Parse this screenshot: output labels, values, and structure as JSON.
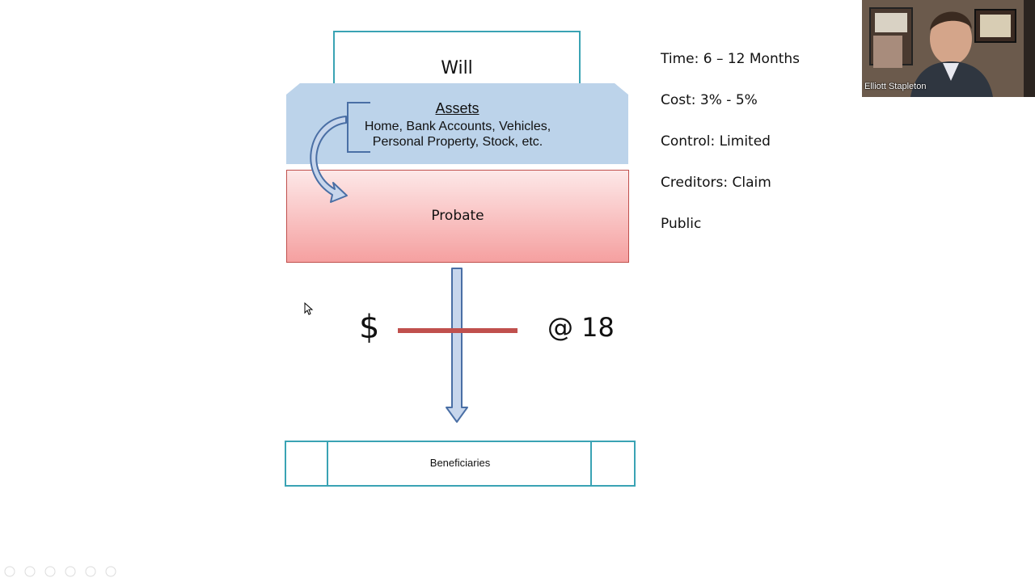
{
  "diagram": {
    "will_label": "Will",
    "assets_title": "Assets",
    "assets_line1": "Home, Bank Accounts, Vehicles,",
    "assets_line2": "Personal Property, Stock, etc.",
    "probate_label": "Probate",
    "dollar_sign": "$",
    "age_label": "@ 18",
    "beneficiaries_label": "Beneficiaries"
  },
  "facts": {
    "time": "Time: 6 – 12 Months",
    "cost": "Cost: 3% - 5%",
    "control": "Control: Limited",
    "creditors": "Creditors: Claim",
    "public": "Public"
  },
  "webcam": {
    "participant_name": "Elliott Stapleton"
  },
  "colors": {
    "teal_border": "#3aa3b4",
    "assets_fill": "#bcd3ea",
    "probate_fill_top": "#fde8e8",
    "probate_fill_bottom": "#f5a0a0",
    "red_bar": "#c0504d",
    "arrow_fill": "#c7d6ec",
    "arrow_stroke": "#4a6fa5"
  },
  "icons": {
    "cursor": "mouse-pointer-icon",
    "curved_arrow": "curved-arrow-icon",
    "down_arrow": "down-arrow-icon"
  }
}
